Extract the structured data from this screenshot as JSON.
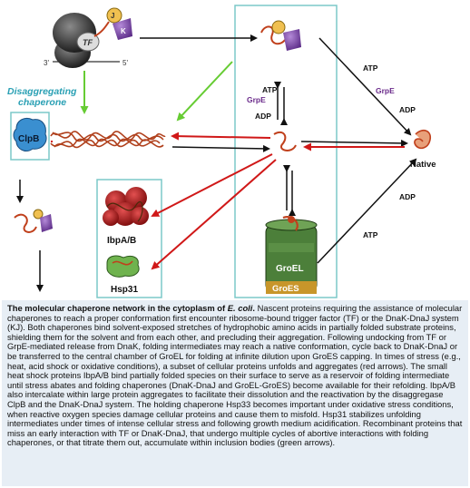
{
  "diagram": {
    "ribosome": {
      "tf_label": "TF",
      "j_label": "J",
      "k_label": "K",
      "mrna_3prime": "3'",
      "mrna_5prime": "5'"
    },
    "disaggregating_label_line1": "Disaggregating",
    "disaggregating_label_line2": "chaperone",
    "clpb_label": "ClpB",
    "ibpab_label": "IbpA/B",
    "hsp31_label": "Hsp31",
    "atp_center": "ATP",
    "adp_center": "ADP",
    "grpe_center": "GrpE",
    "atp_top_right": "ATP",
    "grpe_top_right": "GrpE",
    "adp_top_right": "ADP",
    "native_label": "Native",
    "adp_bottom_right": "ADP",
    "atp_bottom_right": "ATP",
    "groel_label": "GroEL",
    "groes_label": "GroES",
    "colors": {
      "panel_border": "#7cc8c8",
      "disagg_text": "#2aa0b4",
      "black_arrow": "#111111",
      "red_arrow": "#d01818",
      "green_arrow": "#66cc33",
      "grpe_text": "#6a2a8a",
      "chaperone_purple": "#7b3fa0",
      "aggregate": "#b0401c",
      "clpb_blue": "#3a8fd0",
      "groel_green": "#4c7f3a",
      "groes_gold": "#c8962a",
      "caption_bg": "#e7eef5"
    }
  },
  "caption": {
    "title": "The molecular chaperone network in the cytoplasm of ",
    "title_italic": "E. coli",
    "title_end": ".",
    "body": " Nascent proteins requiring the assistance of molecular chaperones to reach a proper conformation first encounter ribosome-bound trigger factor (TF) or the DnaK-DnaJ system (KJ). Both chaperones bind solvent-exposed stretches of hydrophobic amino acids in partially folded substrate proteins, shielding them for the solvent and from each other, and precluding their aggregation. Following undocking from TF or GrpE-mediated release from DnaK, folding intermediates may reach a native conformation, cycle back to DnaK-DnaJ or be transferred to the central chamber of GroEL for folding at infinite dilution upon GroES capping. In times of stress (e.g., heat, acid shock or oxidative conditions), a subset of cellular proteins unfolds and aggregates (red arrows). The small heat shock proteins IbpA/B bind partially folded species on their surface to serve as a reservoir of folding intermediate until stress abates and folding chaperones (DnaK-DnaJ and GroEL-GroES) become available for their refolding. IbpA/B also intercalate within large protein aggregates to facilitate their dissolution and the reactivation by the disaggregase ClpB and the DnaK-DnaJ system. The holding chaperone Hsp33 becomes important under oxidative stress conditions, when reactive oxygen species damage cellular proteins and cause them to misfold. Hsp31 stabilizes unfolding intermediates under times of intense cellular stress and following growth medium acidification. Recombinant proteins that miss an early interaction with TF or DnaK-DnaJ, that undergo multiple cycles of abortive interactions with folding chaperones, or that titrate them out, accumulate within inclusion bodies (green arrows)."
  }
}
